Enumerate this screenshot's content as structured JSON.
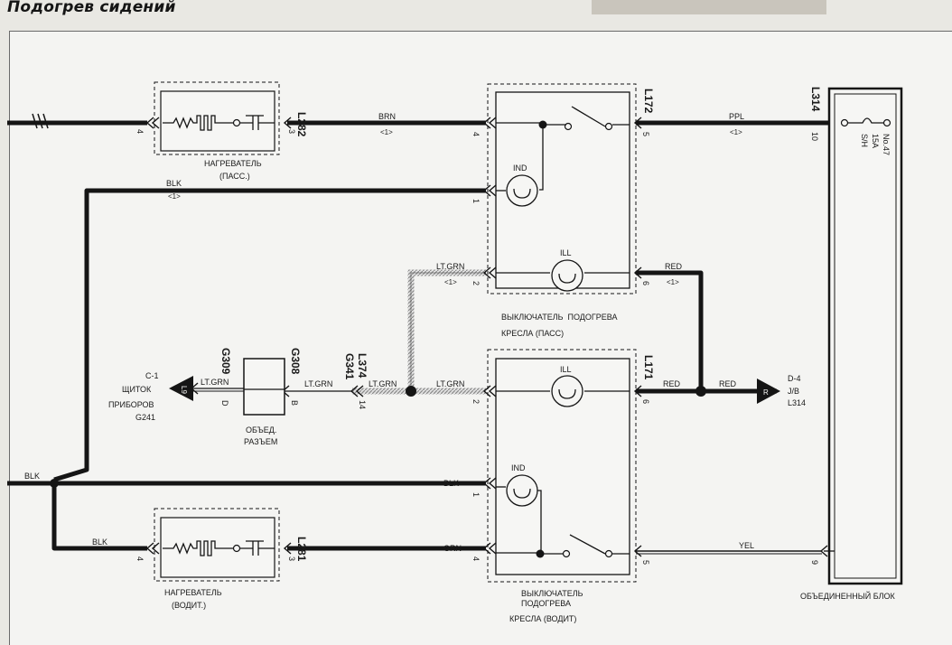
{
  "title": "Подогрев сидений",
  "wires": {
    "brn": "BRN",
    "blk_top": "BLK",
    "blk_left": "BLK",
    "blk_mid": "BLK",
    "blk_bottom": "BLK",
    "ppl": "PPL",
    "lt_grn_up": "LT.GRN",
    "lt_grn_mid": "LT.GRN",
    "lt_grn_left1": "LT.GRN",
    "lt_grn_left2": "LT.GRN",
    "lt_grn_left3": "LT.GRN",
    "red_top": "RED",
    "red_mid": "RED",
    "red_right": "RED",
    "grn": "GRN",
    "yel": "YEL",
    "note_brn": "<1>",
    "note_blk": "<1>",
    "note_ppl": "<1>",
    "note_ltgrn": "<1>",
    "note_red": "<1>"
  },
  "connectors": {
    "l282": "L282",
    "l281": "L281",
    "l172": "L172",
    "l171": "L171",
    "l314": "L314",
    "l374": "L374",
    "g341": "G341",
    "g309": "G309",
    "g308": "G308"
  },
  "pins": {
    "heater_pass_in": "4",
    "heater_pass_out": "3",
    "heater_drv_in": "4",
    "heater_drv_out": "3",
    "sw_pass_4": "4",
    "sw_pass_1": "1",
    "sw_pass_2": "2",
    "sw_pass_5": "5",
    "sw_pass_6": "6",
    "sw_drv_2": "2",
    "sw_drv_1": "1",
    "sw_drv_4": "4",
    "sw_drv_6": "6",
    "sw_drv_5": "5",
    "jb_10": "10",
    "jb_9": "9",
    "g_14": "14",
    "g_b": "B",
    "g_d": "D"
  },
  "components": {
    "heater_pass": [
      "НАГРЕВАТЕЛЬ",
      "(ПАСС.)"
    ],
    "heater_drv": [
      "НАГРЕВАТЕЛЬ",
      "(ВОДИТ.)"
    ],
    "switch_pass": [
      "ВЫКЛЮЧАТЕЛЬ  ПОДОГРЕВА",
      "КРЕСЛА (ПАСС)"
    ],
    "switch_drv": [
      "ВЫКЛЮЧАТЕЛЬ",
      "ПОДОГРЕВА",
      "КРЕСЛА (ВОДИТ)"
    ],
    "joint_connector": [
      "ОБЪЕД.",
      "РАЗЪЕМ"
    ],
    "junction_block": "ОБЪЕДИНЕННЫЙ БЛОК",
    "gauge": [
      "C-1",
      "ЩИТОК",
      "ПРИБОРОВ",
      "G241"
    ],
    "gauge_pin": "L9",
    "d4": [
      "D-4",
      "J/B",
      "L314"
    ],
    "d4_pin": "R",
    "ind": "IND",
    "ill": "ILL",
    "fuse": [
      "No.47",
      "15A",
      "S/H"
    ]
  }
}
